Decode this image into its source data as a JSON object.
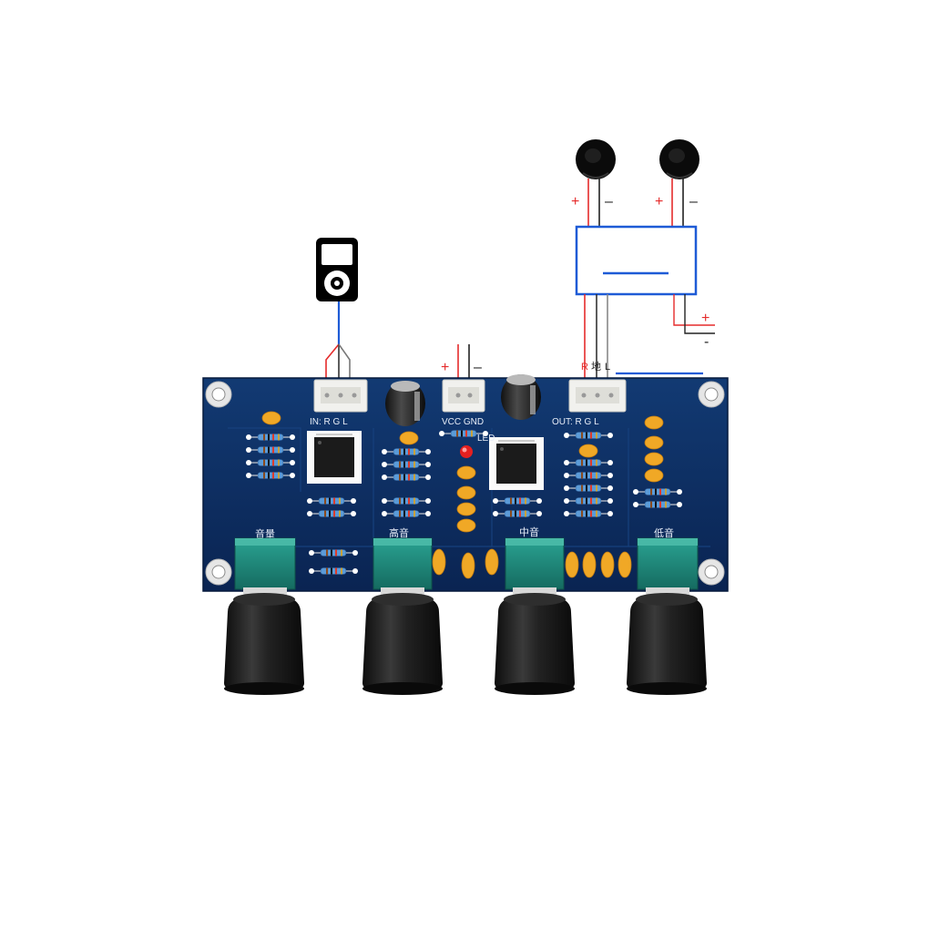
{
  "board": {
    "input_header": "IN: R  G  L",
    "power_header": "VCC  GND",
    "output_header": "OUT: R  G  L",
    "led_label": "LED",
    "knob_labels": [
      "音量",
      "高音",
      "中音",
      "低音"
    ]
  },
  "wiring": {
    "power_plus": "+",
    "power_minus": "–",
    "speaker_left_plus": "+",
    "speaker_left_minus": "–",
    "speaker_right_plus": "+",
    "speaker_right_minus": "–",
    "amp_power_plus": "+",
    "amp_power_minus": "-",
    "out_pin_r": "R",
    "out_pin_ground": "地",
    "out_pin_l": "L"
  },
  "colors": {
    "pcb": "#0c2a5a",
    "wire_red": "#e52b2b",
    "wire_blue": "#1e5bd6",
    "knob_body": "#1b1b1b",
    "pot_green": "#1f8a7c",
    "capacitor_yellow": "#f0a826",
    "led_red": "#e52020"
  },
  "icons": [
    "audio-player-icon",
    "speaker-icon",
    "amplifier-icon",
    "potentiometer-knob-icon"
  ]
}
